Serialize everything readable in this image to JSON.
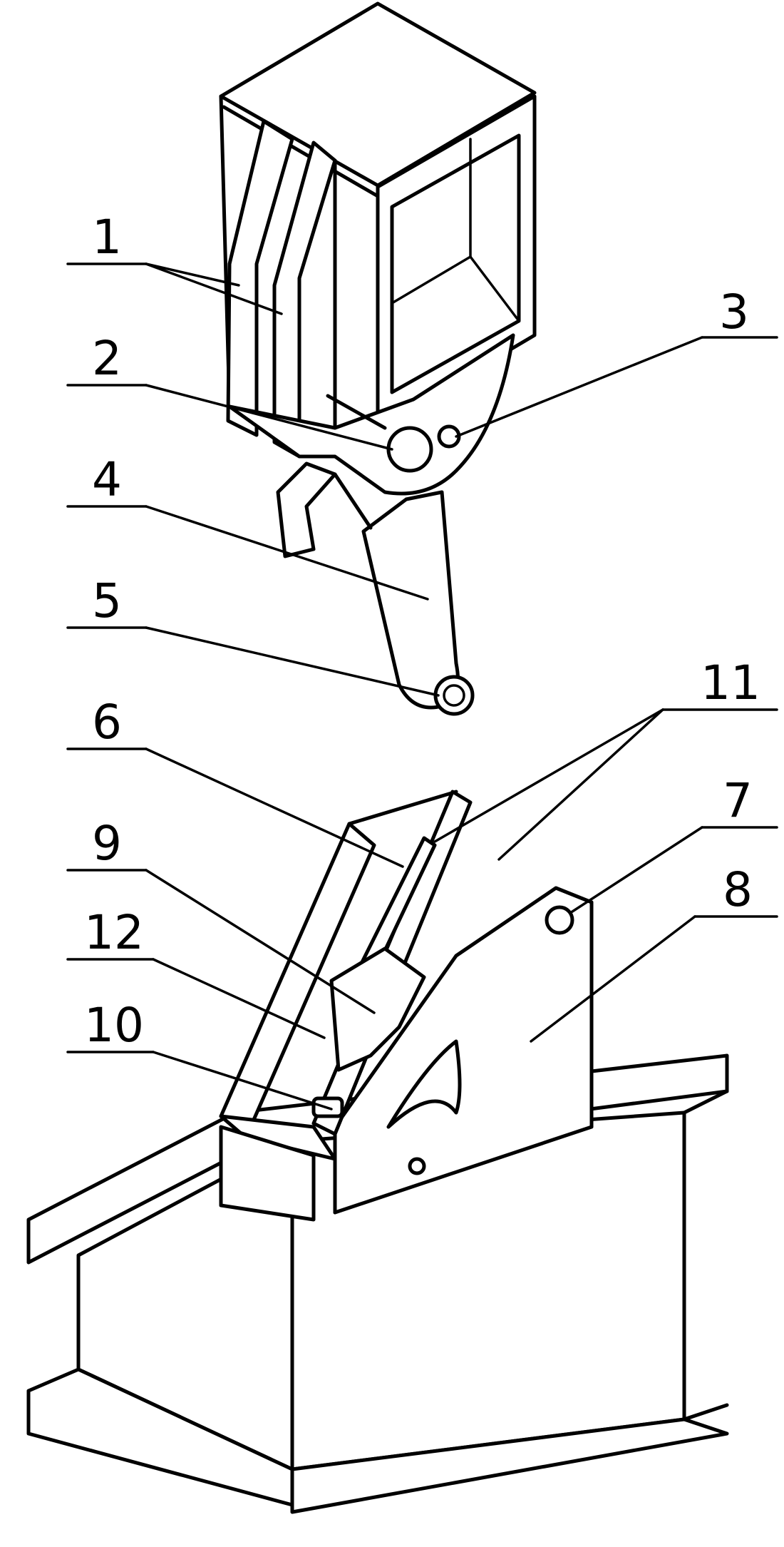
{
  "figure": {
    "callouts": [
      {
        "id": "c1",
        "label": "1"
      },
      {
        "id": "c2",
        "label": "2"
      },
      {
        "id": "c3",
        "label": "3"
      },
      {
        "id": "c4",
        "label": "4"
      },
      {
        "id": "c5",
        "label": "5"
      },
      {
        "id": "c6",
        "label": "6"
      },
      {
        "id": "c7",
        "label": "7"
      },
      {
        "id": "c8",
        "label": "8"
      },
      {
        "id": "c9",
        "label": "9"
      },
      {
        "id": "c10",
        "label": "10"
      },
      {
        "id": "c11",
        "label": "11"
      },
      {
        "id": "c12",
        "label": "12"
      }
    ],
    "line_color": "#000000",
    "background": "#ffffff"
  }
}
